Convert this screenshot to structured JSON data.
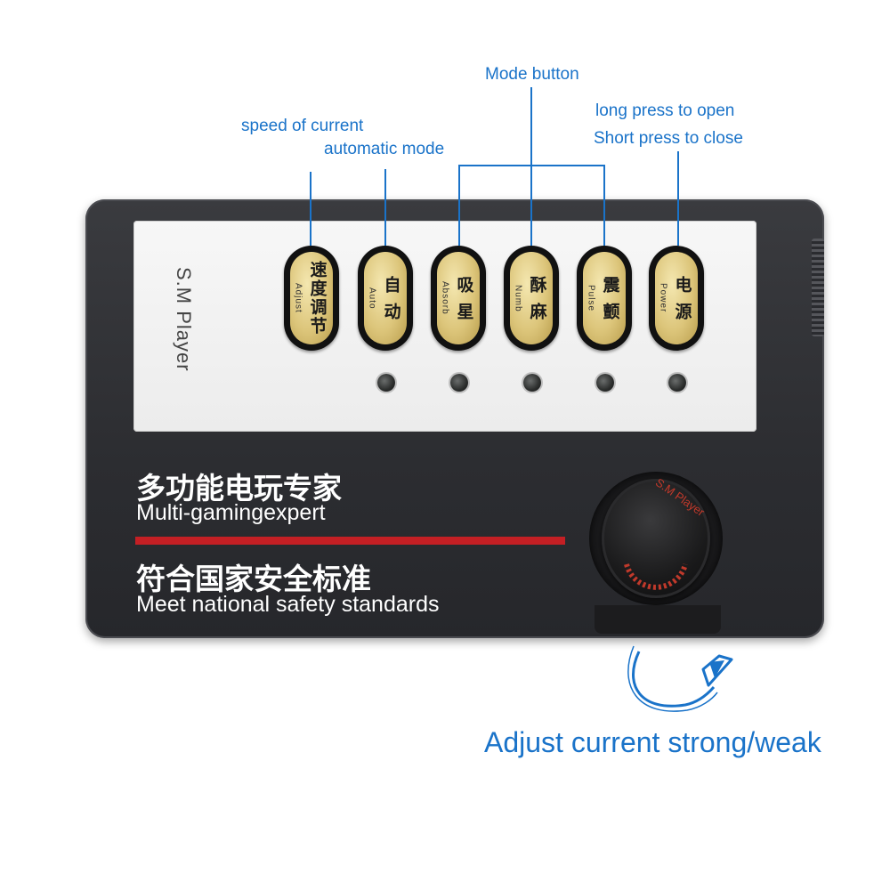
{
  "annotations": {
    "speed_label": "speed of current",
    "auto_label": "automatic mode",
    "mode_label": "Mode button",
    "power_line1": "long press to open",
    "power_line2": "Short press to close",
    "knob_caption": "Adjust current strong/weak"
  },
  "device": {
    "brand": "S.M Player",
    "buttons": [
      {
        "cn": "速度调节",
        "en": "Adjust"
      },
      {
        "cn": "自 动",
        "en": "Auto"
      },
      {
        "cn": "吸 星",
        "en": "Absorb"
      },
      {
        "cn": "酥 麻",
        "en": "Numb"
      },
      {
        "cn": "震 颤",
        "en": "Pulse"
      },
      {
        "cn": "电 源",
        "en": "Power"
      }
    ],
    "slogan1_cn": "多功能电玩专家",
    "slogan1_en": "Multi-gamingexpert",
    "slogan2_cn": "符合国家安全标准",
    "slogan2_en": "Meet national safety standards",
    "knob_label": "S.M Player"
  },
  "colors": {
    "annotation": "#1a73c9",
    "body": "#2f3034",
    "button_gold": "#dcc57a",
    "stripe_red": "#c41f24"
  }
}
